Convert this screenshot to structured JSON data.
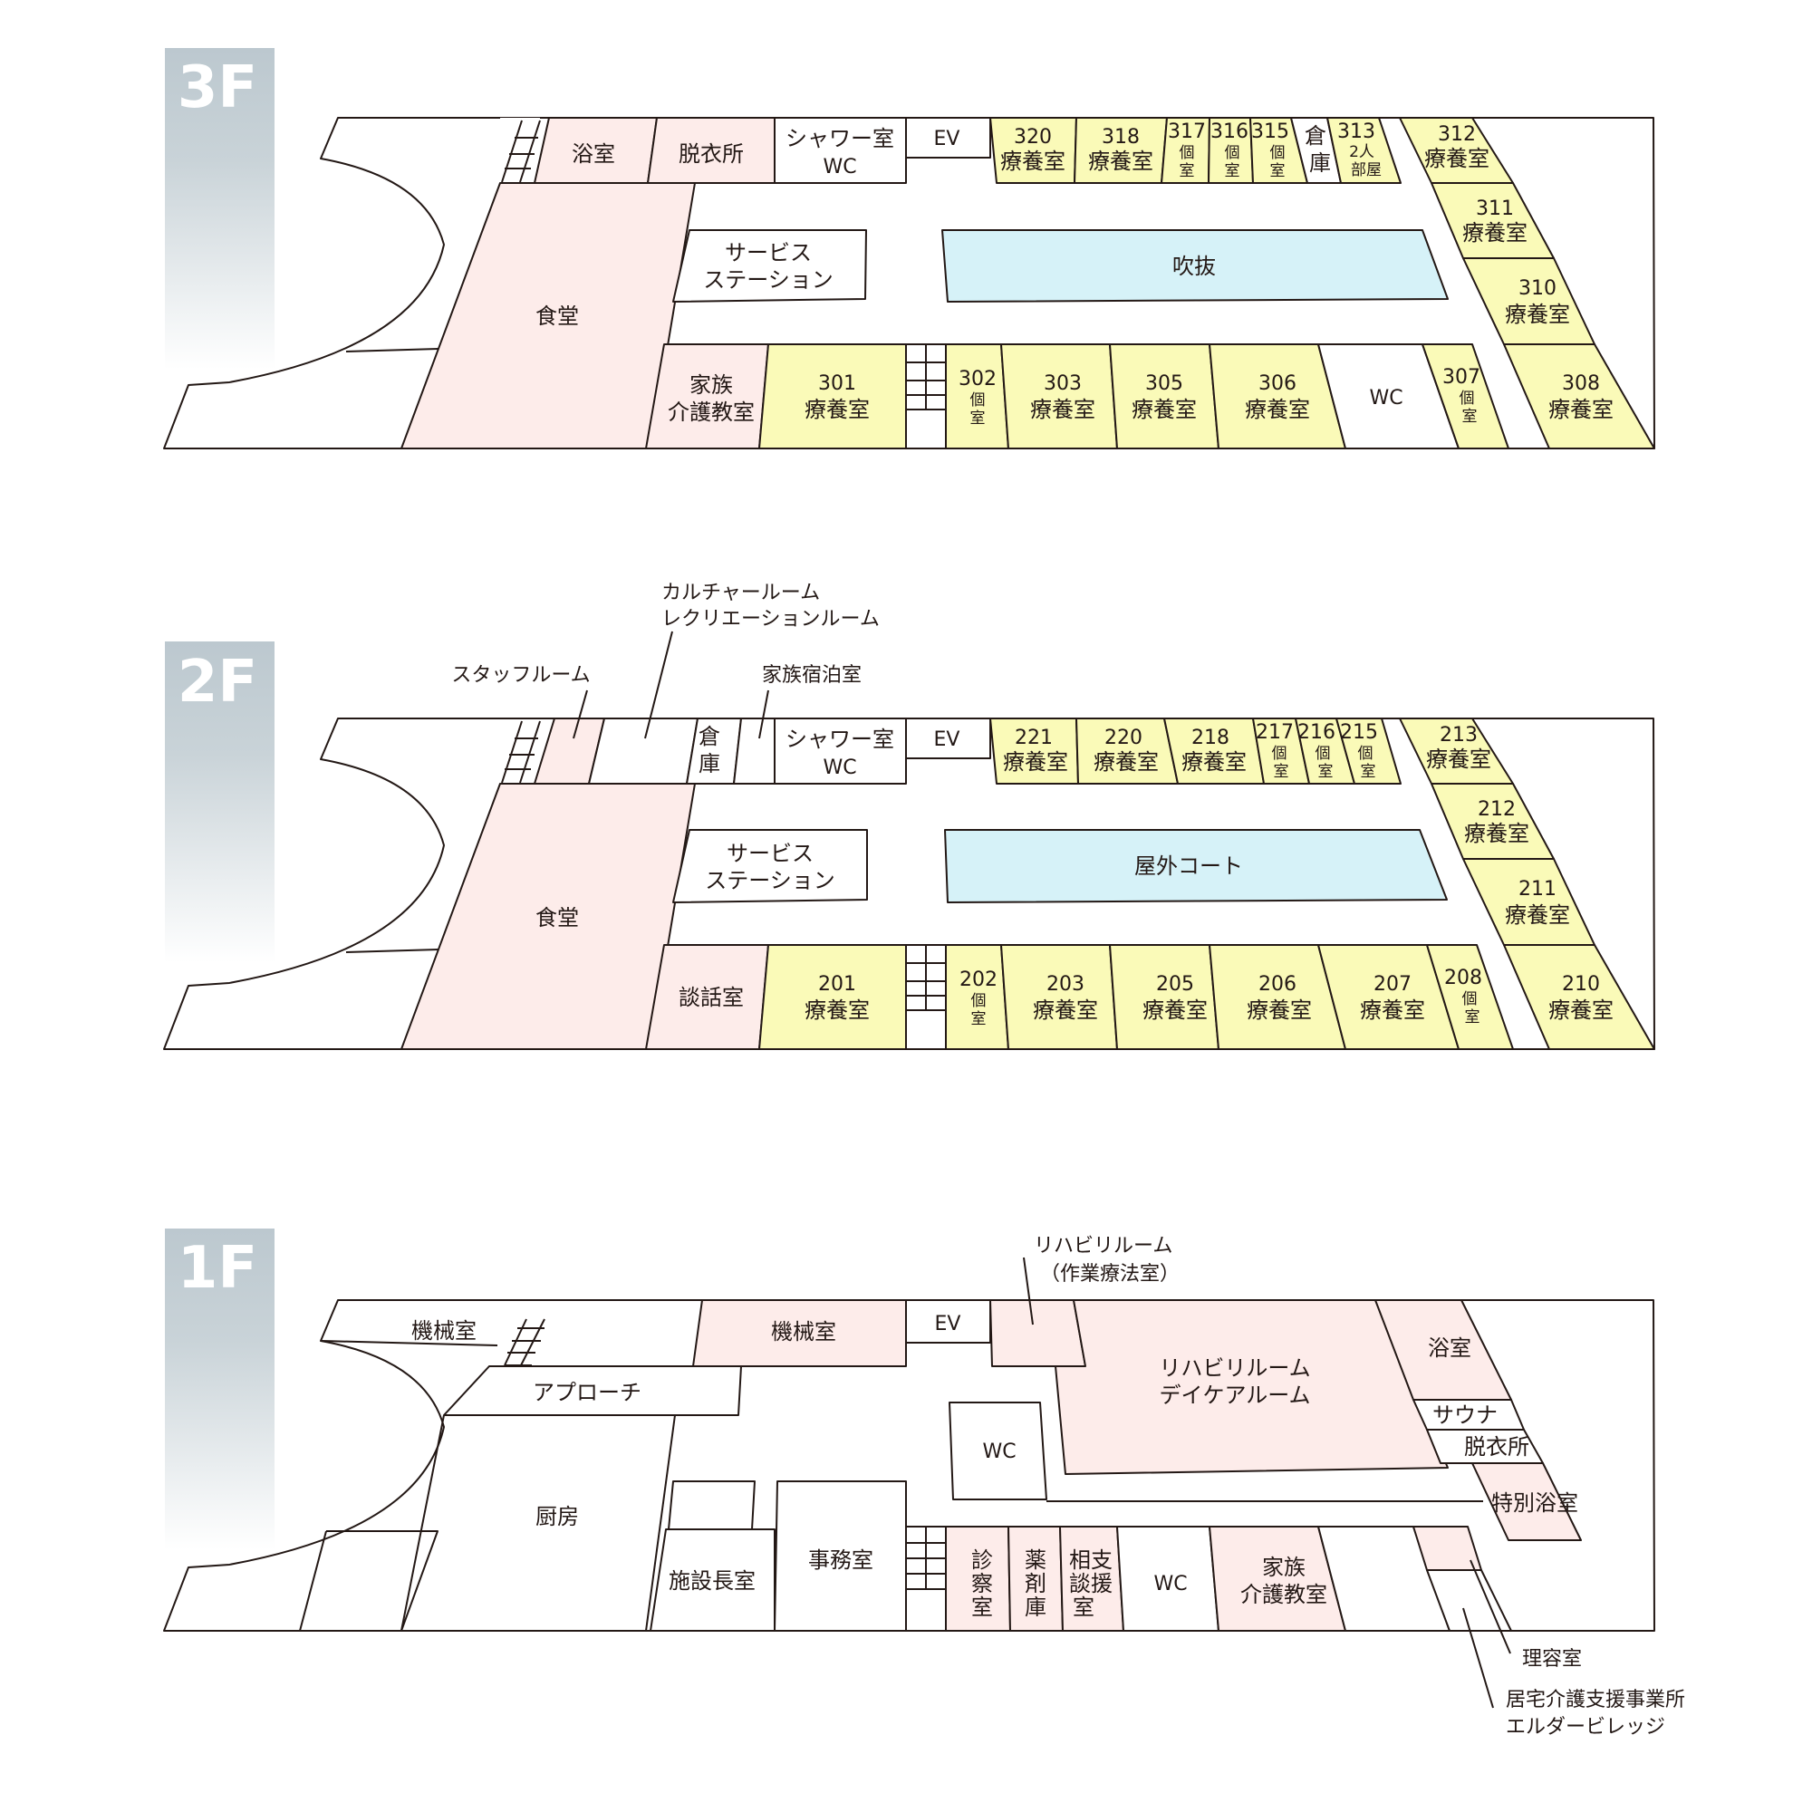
{
  "floors": {
    "f3": {
      "title": "3F",
      "rooms": {
        "bath": "浴室",
        "dress": "脱衣所",
        "shower1": "シャワー室",
        "shower2": "WC",
        "ev": "EV",
        "r320n": "320",
        "r320": "療養室",
        "r318n": "318",
        "r318": "療養室",
        "r317n": "317",
        "r317a": "個",
        "r317b": "室",
        "r316n": "316",
        "r316a": "個",
        "r316b": "室",
        "r315n": "315",
        "r315a": "個",
        "r315b": "室",
        "store1": "倉",
        "store2": "庫",
        "r313n": "313",
        "r313a": "2人",
        "r313b": "部屋",
        "r312n": "312",
        "r312": "療養室",
        "r311n": "311",
        "r311": "療養室",
        "r310n": "310",
        "r310": "療養室",
        "station1": "サービス",
        "station2": "ステーション",
        "atrium": "吹抜",
        "dining": "食堂",
        "family1": "家族",
        "family2": "介護教室",
        "r301n": "301",
        "r301": "療養室",
        "r302n": "302",
        "r302a": "個",
        "r302b": "室",
        "r303n": "303",
        "r303": "療養室",
        "r305n": "305",
        "r305": "療養室",
        "r306n": "306",
        "r306": "療養室",
        "wc": "WC",
        "r307n": "307",
        "r307a": "個",
        "r307b": "室",
        "r308n": "308",
        "r308": "療養室"
      }
    },
    "f2": {
      "title": "2F",
      "callouts": {
        "culture1": "カルチャールーム",
        "culture2": "レクリエーションルーム",
        "staff": "スタッフルーム",
        "stay": "家族宿泊室"
      },
      "rooms": {
        "store1": "倉",
        "store2": "庫",
        "shower1": "シャワー室",
        "shower2": "WC",
        "ev": "EV",
        "r221n": "221",
        "r221": "療養室",
        "r220n": "220",
        "r220": "療養室",
        "r218n": "218",
        "r218": "療養室",
        "r217n": "217",
        "r217a": "個",
        "r217b": "室",
        "r216n": "216",
        "r216a": "個",
        "r216b": "室",
        "r215n": "215",
        "r215a": "個",
        "r215b": "室",
        "r213n": "213",
        "r213": "療養室",
        "r212n": "212",
        "r212": "療養室",
        "r211n": "211",
        "r211": "療養室",
        "station1": "サービス",
        "station2": "ステーション",
        "court": "屋外コート",
        "dining": "食堂",
        "talk": "談話室",
        "r201n": "201",
        "r201": "療養室",
        "r202n": "202",
        "r202a": "個",
        "r202b": "室",
        "r203n": "203",
        "r203": "療養室",
        "r205n": "205",
        "r205": "療養室",
        "r206n": "206",
        "r206": "療養室",
        "r207n": "207",
        "r207": "療養室",
        "r208n": "208",
        "r208a": "個",
        "r208b": "室",
        "r210n": "210",
        "r210": "療養室"
      }
    },
    "f1": {
      "title": "1F",
      "callouts": {
        "rehab1": "リハビリルーム",
        "rehab2": "（作業療法室）",
        "barber": "理容室",
        "care1": "居宅介護支援事業所",
        "care2": "エルダービレッジ"
      },
      "rooms": {
        "mech1": "機械室",
        "approach": "アプローチ",
        "mech2": "機械室",
        "ev": "EV",
        "rehabmain1": "リハビリルーム",
        "rehabmain2": "デイケアルーム",
        "bath": "浴室",
        "sauna": "サウナ",
        "dress": "脱衣所",
        "special": "特別浴室",
        "wc1": "WC",
        "kitchen": "厨房",
        "office": "事務室",
        "director": "施設長室",
        "exam1": "診",
        "exam2": "察",
        "exam3": "室",
        "pharm1": "薬",
        "pharm2": "剤",
        "pharm3": "庫",
        "consult1": "相支",
        "consult2": "談援",
        "consult3": "室",
        "wc2": "WC",
        "family1": "家族",
        "family2": "介護教室"
      }
    }
  },
  "colors": {
    "wall": "#231815",
    "pink": "#fdecea",
    "yellow": "#fafab8",
    "blue": "#d6f2f8",
    "tab_top": "#bcc8cf"
  }
}
